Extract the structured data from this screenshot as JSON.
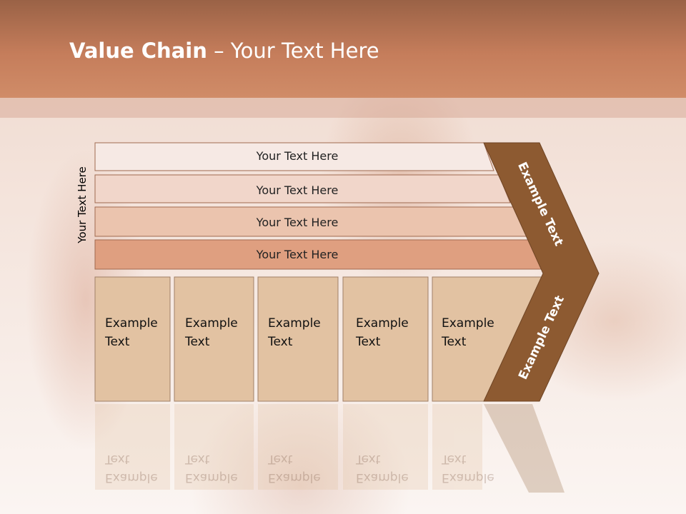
{
  "title": {
    "bold": "Value Chain",
    "rest": " – Your Text Here"
  },
  "side_label": "Your Text Here",
  "bars": [
    {
      "label": "Your Text Here",
      "color": "#f6e9e4"
    },
    {
      "label": "Your Text Here",
      "color": "#f1d6ca"
    },
    {
      "label": "Your Text Here",
      "color": "#ebc4ae"
    },
    {
      "label": "Your Text Here",
      "color": "#df9f80"
    }
  ],
  "cells": [
    {
      "line1": "Example",
      "line2": "Text"
    },
    {
      "line1": "Example",
      "line2": "Text"
    },
    {
      "line1": "Example",
      "line2": "Text"
    },
    {
      "line1": "Example",
      "line2": "Text"
    },
    {
      "line1": "Example",
      "line2": "Text"
    }
  ],
  "chevron": {
    "top": "Example Text",
    "bottom": "Example Text",
    "color": "#8d5a31"
  },
  "colors": {
    "cell": "#e2c2a2",
    "header": "#c57d5b"
  }
}
